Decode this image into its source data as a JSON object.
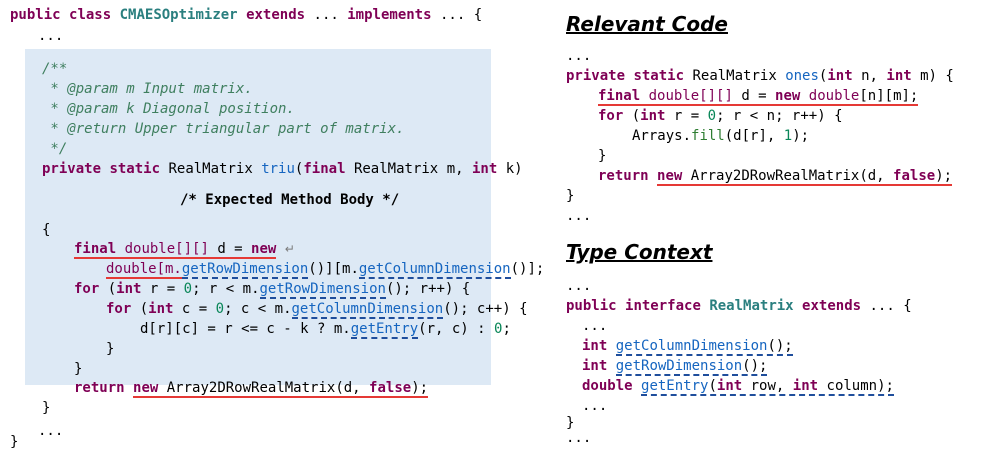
{
  "left": {
    "l1": {
      "public": "public",
      "class": "class",
      "name": "CMAESOptimizer",
      "extends": "extends",
      "ellipsis1": "...",
      "implements": "implements",
      "tail": "... {"
    },
    "dots_top": "...",
    "doc": [
      "/**",
      " * @param m Input matrix.",
      " * @param k Diagonal position.",
      " * @return Upper triangular part of matrix.",
      " */"
    ],
    "sig": {
      "private": "private",
      "static": "static",
      "rm": "RealMatrix",
      "fn": "triu",
      "open": "(",
      "final": "final",
      "rm2": "RealMatrix",
      "m": "m,",
      "int": "int",
      "k": "k)"
    },
    "expected": "/* Expected Method Body */",
    "open_brace": "{",
    "b1": {
      "final": "final",
      "type": "double[][]",
      "rest": "d = ",
      "new": "new",
      "enter": "↵"
    },
    "b2": {
      "a": "double[m.",
      "m1": "getRowDimension",
      "b": "()][m.",
      "m2": "getColumnDimension",
      "c": "()];"
    },
    "b3": {
      "for": "for",
      "a": "(",
      "int": "int",
      "b": "r = ",
      "zero": "0",
      "c": "; r < m.",
      "m": "getRowDimension",
      "d": "(); r++) {"
    },
    "b4": {
      "for": "for",
      "a": "(",
      "int": "int",
      "b": "c = ",
      "zero": "0",
      "c": "; c < m.",
      "m": "getColumnDimension",
      "d": "(); c++) {"
    },
    "b5": {
      "a": "d[r][c] = r <= c - k ? m.",
      "m": "getEntry",
      "b": "(r, c) : ",
      "zero": "0",
      "c": ";"
    },
    "close_inner": "}",
    "close_for": "}",
    "ret": {
      "return": "return",
      "new": "new",
      "a": "Array2DRowRealMatrix(d, ",
      "false": "false",
      "b": ");"
    },
    "close_method": "}",
    "dots_bottom": "...",
    "close_class": "}"
  },
  "right": {
    "heading1": "Relevant Code",
    "dots1": "...",
    "r1": {
      "private": "private",
      "static": "static",
      "rm": "RealMatrix",
      "fn": "ones",
      "a": "(",
      "int1": "int",
      "b": "n, ",
      "int2": "int",
      "c": "m) {"
    },
    "r2": {
      "final": "final",
      "type": "double[][]",
      "a": "d = ",
      "new": "new",
      "t2": "double",
      "b": "[n][m];"
    },
    "r3": {
      "for": "for",
      "a": "(",
      "int": "int",
      "b": "r = ",
      "zero": "0",
      "c": "; r < n; r++) {"
    },
    "r4": {
      "a": "Arrays.",
      "fn": "fill",
      "b": "(d[r], ",
      "one": "1",
      "c": ");"
    },
    "r5": "}",
    "r6": {
      "return": "return",
      "new": "new",
      "a": "Array2DRowRealMatrix(d, ",
      "false": "false",
      "b": ");"
    },
    "r7": "}",
    "dots2": "...",
    "heading2": "Type Context",
    "dots3": "...",
    "t1": {
      "public": "public",
      "interface": "interface",
      "name": "RealMatrix",
      "extends": "extends",
      "tail": "... {"
    },
    "t2": "...",
    "t3": {
      "int": "int",
      "m": "getColumnDimension",
      "a": "();"
    },
    "t4": {
      "int": "int",
      "m": "getRowDimension",
      "a": "();"
    },
    "t5": {
      "double": "double",
      "m": "getEntry",
      "a": "(",
      "int1": "int",
      "b": "row, ",
      "int2": "int",
      "c": "column);"
    },
    "t6": "...",
    "t7": "}",
    "dots4": "..."
  }
}
